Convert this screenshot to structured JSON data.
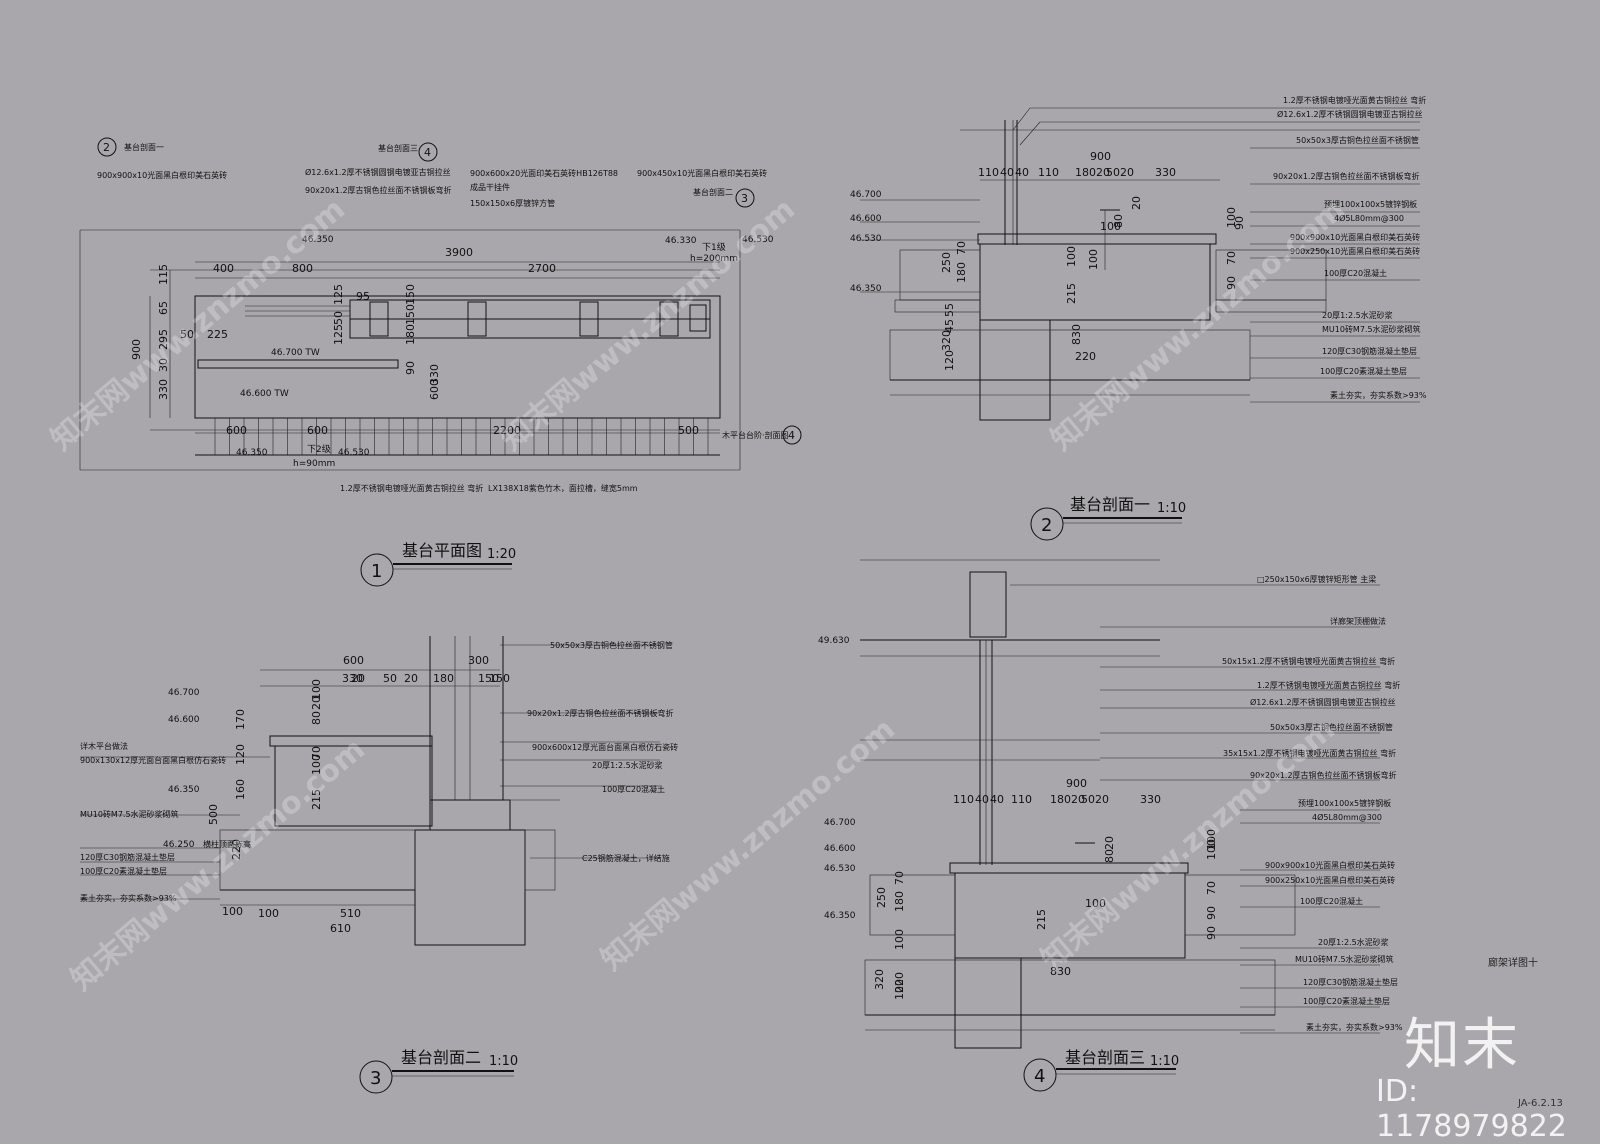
{
  "views": [
    {
      "num": "1",
      "title": "基台平面图",
      "scale": "1:20"
    },
    {
      "num": "2",
      "title": "基台剖面一",
      "scale": "1:10"
    },
    {
      "num": "3",
      "title": "基台剖面二",
      "scale": "1:10"
    },
    {
      "num": "4",
      "title": "基台剖面三",
      "scale": "1:10"
    }
  ],
  "plan": {
    "callouts": [
      {
        "num": "2",
        "text": "基台剖面一"
      },
      {
        "num": "4",
        "text": "基台剖面三"
      },
      {
        "num": "3",
        "text": "基台剖面二"
      },
      {
        "num": "4",
        "text": "木平台台阶·剖面图"
      }
    ],
    "notes": [
      "900x900x10光面黑白根印美石英砖",
      "Ø12.6x1.2厚不锈钢圆钢电镀亚古铜拉丝",
      "90x20x1.2厚古铜色拉丝面不锈钢板弯折",
      "900x600x20光面印美石英砖HB126T88",
      "成品干挂件",
      "150x150x6厚镀锌方管",
      "900x450x10光面黑白根印美石英砖",
      "1.2厚不锈钢电镀哑光面黄古铜拉丝 弯折",
      "LX138X18紫色竹木，面拉槽，缝宽5mm"
    ],
    "dims_top": [
      "400",
      "800",
      "3900",
      "2700"
    ],
    "dims_bottom": [
      "600",
      "600",
      "2200",
      "500"
    ],
    "dims_left": [
      "115",
      "65",
      "295",
      "30",
      "330",
      "900",
      "50",
      "225"
    ],
    "dims_mid": [
      "125",
      "50",
      "125",
      "150",
      "150",
      "180",
      "90",
      "330",
      "600",
      "95"
    ],
    "levels": [
      "46.350",
      "46.330",
      "46.530",
      "46.700 TW",
      "46.600 TW",
      "46.350",
      "46.530"
    ],
    "steps": [
      "下1级",
      "h=200mm",
      "下2级",
      "h=90mm"
    ]
  },
  "sec1": {
    "dims": [
      "900",
      "110",
      "40",
      "40",
      "110",
      "180",
      "20",
      "50",
      "20",
      "330"
    ],
    "dims_side": [
      "70",
      "180",
      "250",
      "55",
      "45",
      "320",
      "120",
      "100",
      "215",
      "100",
      "220",
      "830",
      "100",
      "80",
      "20",
      "100",
      "70",
      "90",
      "90"
    ],
    "levels": [
      "46.700",
      "46.600",
      "46.530",
      "46.350"
    ],
    "notes": [
      "1.2厚不锈钢电镀哑光面黄古铜拉丝 弯折",
      "Ø12.6x1.2厚不锈钢圆钢电镀亚古铜拉丝",
      "50x50x3厚古铜色拉丝面不锈钢管",
      "90x20x1.2厚古铜色拉丝面不锈钢板弯折",
      "预埋100x100x5镀锌钢板",
      "4Ø5L80mm@300",
      "900x900x10光面黑白根印美石英砖",
      "900x250x10光面黑白根印美石英砖",
      "100厚C20混凝土",
      "20厚1:2.5水泥砂浆",
      "MU10砖M7.5水泥砂浆砌筑",
      "120厚C30钢筋混凝土垫层",
      "100厚C20素混凝土垫层",
      "素土夯实，夯实系数>93%"
    ]
  },
  "sec2": {
    "dims": [
      "600",
      "300",
      "330",
      "20",
      "50",
      "20",
      "180",
      "150",
      "150",
      "80",
      "20",
      "100",
      "170",
      "120",
      "160",
      "70",
      "100",
      "215",
      "500",
      "220",
      "100",
      "510",
      "610",
      "100"
    ],
    "levels": [
      "46.700",
      "46.600",
      "46.350",
      "46.250"
    ],
    "notes_left": [
      "详木平台做法",
      "900x130x12厚光面台面黑白根仿石瓷砖",
      "MU10砖M7.5水泥砂浆砌筑",
      "横柱顶面标高",
      "120厚C30钢筋混凝土垫层",
      "100厚C20素混凝土垫层",
      "素土夯实，夯实系数>93%"
    ],
    "notes_right": [
      "50x50x3厚古铜色拉丝面不锈钢管",
      "90x20x1.2厚古铜色拉丝面不锈钢板弯折",
      "900x600x12厚光面台面黑白根仿石瓷砖",
      "20厚1:2.5水泥砂浆",
      "100厚C20混凝土",
      "C25钢筋混凝土，详结施"
    ]
  },
  "sec3": {
    "dims": [
      "900",
      "110",
      "40",
      "40",
      "110",
      "180",
      "20",
      "50",
      "20",
      "330"
    ],
    "dims_side": [
      "70",
      "180",
      "250",
      "100",
      "320",
      "220",
      "100",
      "215",
      "830",
      "100",
      "80",
      "20",
      "100",
      "70",
      "90",
      "90",
      "100"
    ],
    "levels": [
      "49.630",
      "46.700",
      "46.600",
      "46.530",
      "46.350"
    ],
    "notes": [
      "□250x150x6厚镀锌矩形管 主梁",
      "详廊架顶棚做法",
      "50x15x1.2厚不锈钢电镀哑光面黄古铜拉丝 弯折",
      "1.2厚不锈钢电镀哑光面黄古铜拉丝 弯折",
      "Ø12.6x1.2厚不锈钢圆钢电镀亚古铜拉丝",
      "50x50x3厚古铜色拉丝面不锈钢管",
      "35x15x1.2厚不锈钢电镀哑光面黄古铜拉丝 弯折",
      "90x20x1.2厚古铜色拉丝面不锈钢板弯折",
      "预埋100x100x5镀锌钢板",
      "4Ø5L80mm@300",
      "900x900x10光面黑白根印美石英砖",
      "900x250x10光面黑白根印美石英砖",
      "100厚C20混凝土",
      "20厚1:2.5水泥砂浆",
      "MU10砖M7.5水泥砂浆砌筑",
      "120厚C30钢筋混凝土垫层",
      "100厚C20素混凝土垫层",
      "素土夯实，夯实系数>93%"
    ]
  },
  "sidenote": "廊架详图十",
  "brand": "知末",
  "id_label": "ID: 1178979822",
  "sheet_no": "JA-6.2.13",
  "watermark": "知末网www.znzmo.com"
}
